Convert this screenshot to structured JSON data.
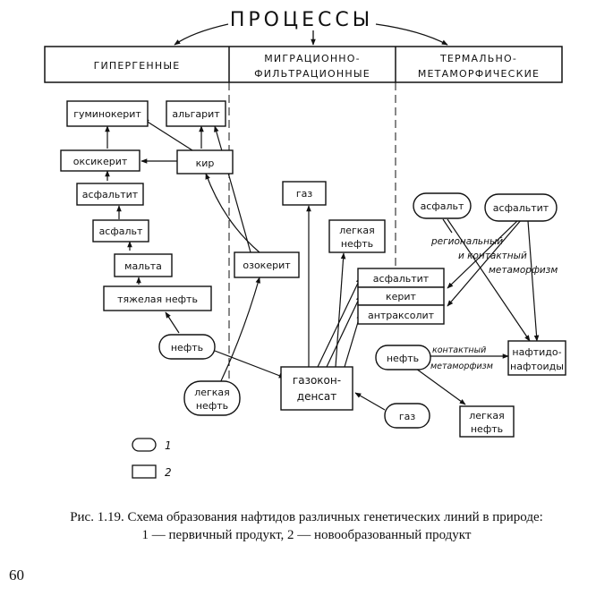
{
  "title": "ПРОЦЕССЫ",
  "headers": [
    "ГИПЕРГЕННЫЕ",
    "МИГРАЦИОННО-",
    "ФИЛЬТРАЦИОННЫЕ",
    "ТЕРМАЛЬНО-",
    "МЕТАМОРФИЧЕСКИЕ"
  ],
  "nodes": {
    "guminokerit": "гуминокерит",
    "algarit": "альгарит",
    "oksikerit": "оксикерит",
    "kir": "кир",
    "asfaltit1": "асфальтит",
    "asfalt1": "асфальт",
    "malta": "мальта",
    "tyazhelaya_neft": "тяжелая нефть",
    "neft1": "нефть",
    "legkaya_neft1_a": "легкая",
    "legkaya_neft1_b": "нефть",
    "ozokerit": "озокерит",
    "gaz1": "газ",
    "legkaya_neft2_a": "легкая",
    "legkaya_neft2_b": "нефть",
    "asfaltit2": "асфальтит",
    "kerit": "керит",
    "antrakssolit": "антраксолит",
    "gazokon_a": "газокон-",
    "gazokon_b": "денсат",
    "gaz2": "газ",
    "asfalt2": "асфальт",
    "asfaltit3": "асфальтит",
    "neft2": "нефть",
    "naftido_a": "нафтидо-",
    "naftido_b": "нафтоиды",
    "legkaya_neft3_a": "легкая",
    "legkaya_neft3_b": "нефть"
  },
  "annotations": {
    "regional_1": "региональный",
    "regional_2": "и  контактный",
    "regional_3": "метаморфизм",
    "contact_1": "контактный",
    "contact_2": "метаморфизм"
  },
  "legend": {
    "item1": "1",
    "item2": "2"
  },
  "caption": {
    "line1": "Рис. 1.19. Схема образования нафтидов различных генетических линий в природе:",
    "line2": "1 — первичный продукт, 2 — новообразованный продукт"
  },
  "page_number": "60"
}
